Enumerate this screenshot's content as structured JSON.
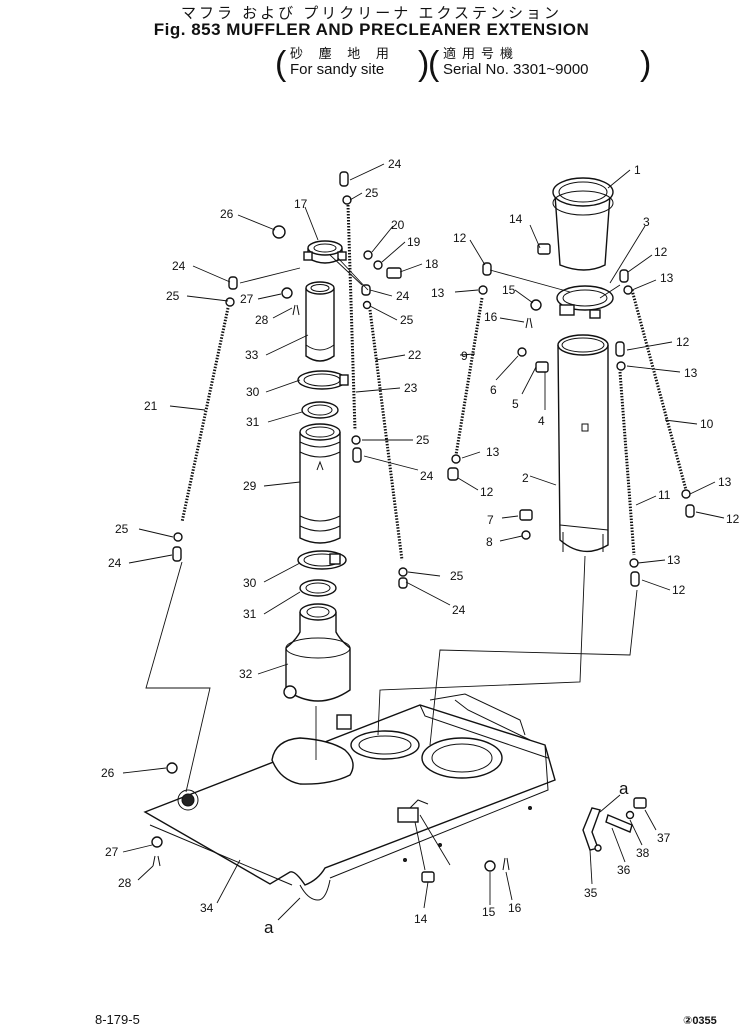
{
  "header": {
    "title_jp": "マフラ および プリクリーナ エクステンション",
    "title_en": "Fig. 853 MUFFLER AND PRECLEANER EXTENSION",
    "usage_jp": "砂 塵 地 用",
    "usage_en": "For sandy site",
    "serial_jp": "適用号機",
    "serial_en": "Serial No. 3301~9000"
  },
  "footer": {
    "page": "8-179-5",
    "code": "②0355"
  },
  "labels": {
    "l1": "1",
    "l2": "2",
    "l3": "3",
    "l4": "4",
    "l5": "5",
    "l6": "6",
    "l7": "7",
    "l8": "8",
    "l9": "9",
    "l10": "10",
    "l11": "11",
    "l12": "12",
    "l13": "13",
    "l14": "14",
    "l15": "15",
    "l16": "16",
    "l17": "17",
    "l18": "18",
    "l19": "19",
    "l20": "20",
    "l21": "21",
    "l22": "22",
    "l23": "23",
    "l24": "24",
    "l25": "25",
    "l26": "26",
    "l27": "27",
    "l28": "28",
    "l29": "29",
    "l30": "30",
    "l31": "31",
    "l32": "32",
    "l33": "33",
    "l34": "34",
    "l35": "35",
    "l36": "36",
    "l37": "37",
    "l38": "38",
    "ref_a": "a"
  }
}
